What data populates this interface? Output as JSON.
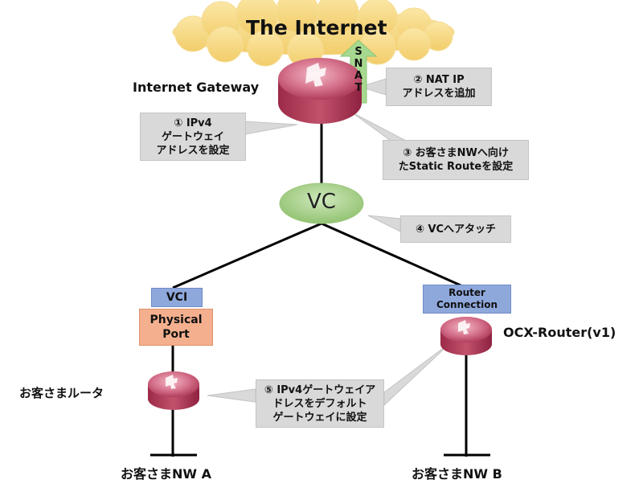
{
  "internet": {
    "label": "The Internet"
  },
  "snat": {
    "label": "SNAT",
    "letters": [
      "S",
      "N",
      "A",
      "T"
    ]
  },
  "gateway": {
    "label": "Internet Gateway"
  },
  "vc": {
    "label": "VC"
  },
  "vci": {
    "label": "VCI"
  },
  "physical_port": {
    "line1": "Physical",
    "line2": "Port"
  },
  "router_connection": {
    "line1": "Router",
    "line2": "Connection"
  },
  "ocx_router": {
    "label": "OCX-Router(v1)"
  },
  "customer_router": {
    "label": "お客さまルータ"
  },
  "network_a": {
    "label": "お客さまNW A"
  },
  "network_b": {
    "label": "お客さまNW B"
  },
  "callouts": {
    "c1": {
      "lines": [
        "① IPv4",
        "ゲートウェイ",
        "アドレスを設定"
      ]
    },
    "c2": {
      "lines": [
        "② NAT IP",
        "アドレスを追加"
      ]
    },
    "c3": {
      "lines": [
        "③ お客さまNWへ向け",
        "たStatic Routeを設定"
      ]
    },
    "c4": {
      "lines": [
        "④ VCへアタッチ"
      ]
    },
    "c5": {
      "lines": [
        "⑤ IPv4ゲートウェイア",
        "ドレスをデフォルト",
        "ゲートウェイに設定"
      ]
    }
  },
  "colors": {
    "cloud": "#f6d57b",
    "snat_arrow": "#a6d98f",
    "router": "#c94c67",
    "vc": "#a9d28c",
    "vci_box": "#8fa8dc",
    "physical_port_box": "#f4b08e",
    "router_connection_box": "#8fa8dc",
    "callout": "#d9d9d9"
  },
  "icons": {
    "router": "router-icon",
    "cloud": "cloud-icon"
  }
}
